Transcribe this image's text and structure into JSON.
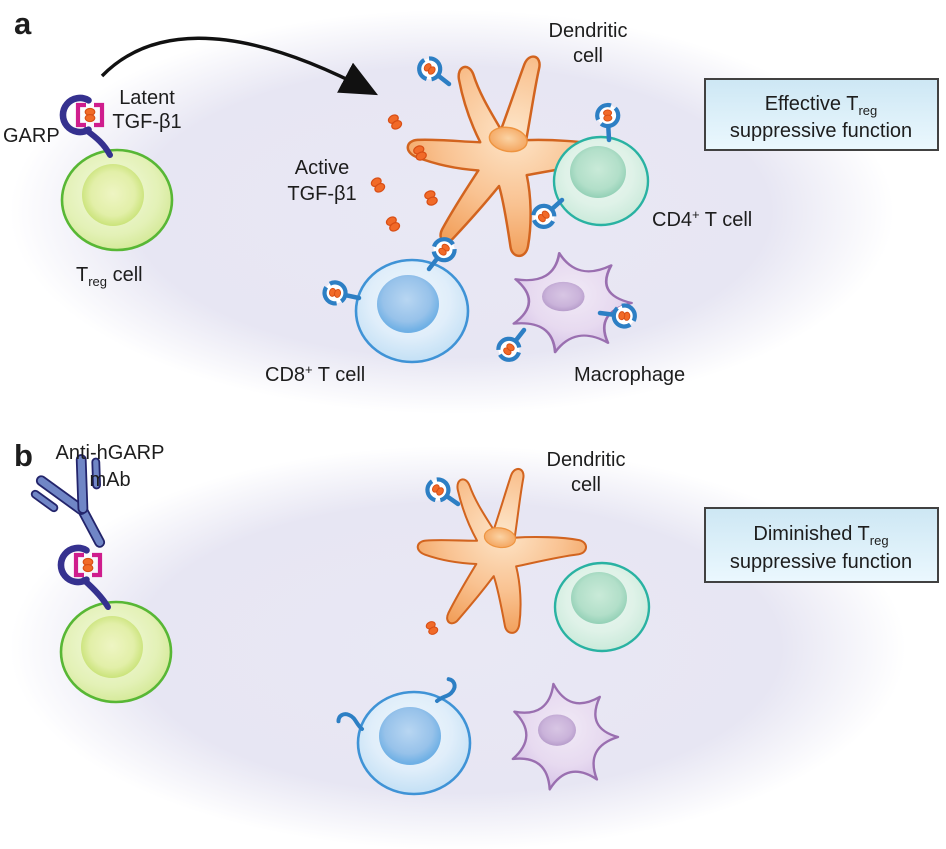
{
  "panel_a": {
    "label": "a",
    "garp_label": "GARP",
    "latent_tgfb1_label": {
      "line1": "Latent",
      "line2": "TGF-β1"
    },
    "treg_cell_label": {
      "pre": "T",
      "sub": "reg",
      "post": " cell"
    },
    "active_tgfb1_label": {
      "line1": "Active",
      "line2": "TGF-β1"
    },
    "dendritic_cell_label": {
      "line1": "Dendritic",
      "line2": "cell"
    },
    "cd4_label": {
      "pre": "CD4",
      "sup": "+",
      "post": " T cell"
    },
    "cd8_label": {
      "pre": "CD8",
      "sup": "+",
      "post": " T cell"
    },
    "macrophage_label": "Macrophage",
    "outcome_box": {
      "line1_pre": "Effective T",
      "line1_sub": "reg",
      "line2": "suppressive function"
    }
  },
  "panel_b": {
    "label": "b",
    "mab_label": {
      "line1": "Anti-hGARP",
      "line2": "mAb"
    },
    "dendritic_cell_label": {
      "line1": "Dendritic",
      "line2": "cell"
    },
    "outcome_box": {
      "line1_pre": "Diminished T",
      "line1_sub": "reg",
      "line2": "suppressive function"
    }
  },
  "colors": {
    "treg_green": "#58b735",
    "garp_navy": "#35318f",
    "clamp_magenta": "#cf1d8d",
    "tgf_orange": "#f16a28",
    "tgf_orange_dark": "#d84e14",
    "receptor_blue": "#2d7fc4",
    "dendritic_orange": "#d2641f",
    "cd4_teal": "#29b2a2",
    "cd8_blue": "#3f93d6",
    "macrophage_purple": "#9a6fb0",
    "antibody_blue": "#7086c6",
    "antibody_outline": "#23246b",
    "box_border": "#414141",
    "background_lavender": "#e7e6f3",
    "arrow_black": "#111111",
    "text": "#1d1d1d"
  }
}
